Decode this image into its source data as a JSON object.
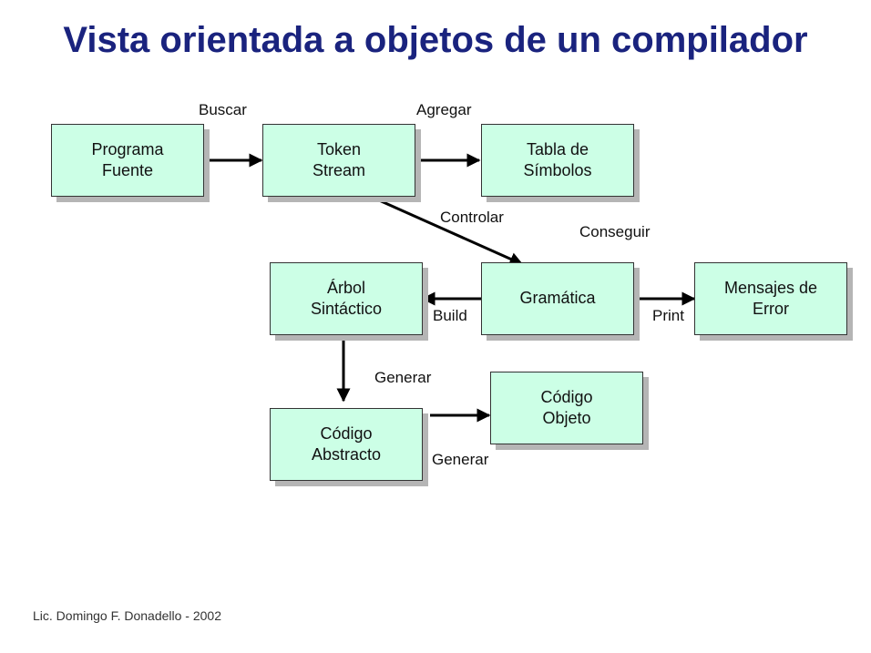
{
  "title": "Vista orientada a objetos de un compilador",
  "boxes": {
    "programa_fuente": "Programa\nFuente",
    "token_stream": "Token\nStream",
    "tabla_simbolos": "Tabla de\nSímbolos",
    "arbol_sintactico": "Árbol\nSintáctico",
    "gramatica": "Gramática",
    "mensajes_error": "Mensajes de\nError",
    "codigo_abstracto": "Código\nAbstracto",
    "codigo_objeto": "Código\nObjeto"
  },
  "labels": {
    "buscar": "Buscar",
    "agregar": "Agregar",
    "controlar": "Controlar",
    "conseguir": "Conseguir",
    "build": "Build",
    "print": "Print",
    "generar_1": "Generar",
    "generar_2": "Generar"
  },
  "footer": "Lic. Domingo F. Donadello - 2002",
  "colors": {
    "title": "#1a237e",
    "box_fill": "#ccffe6",
    "shadow": "#b5b5b5"
  }
}
